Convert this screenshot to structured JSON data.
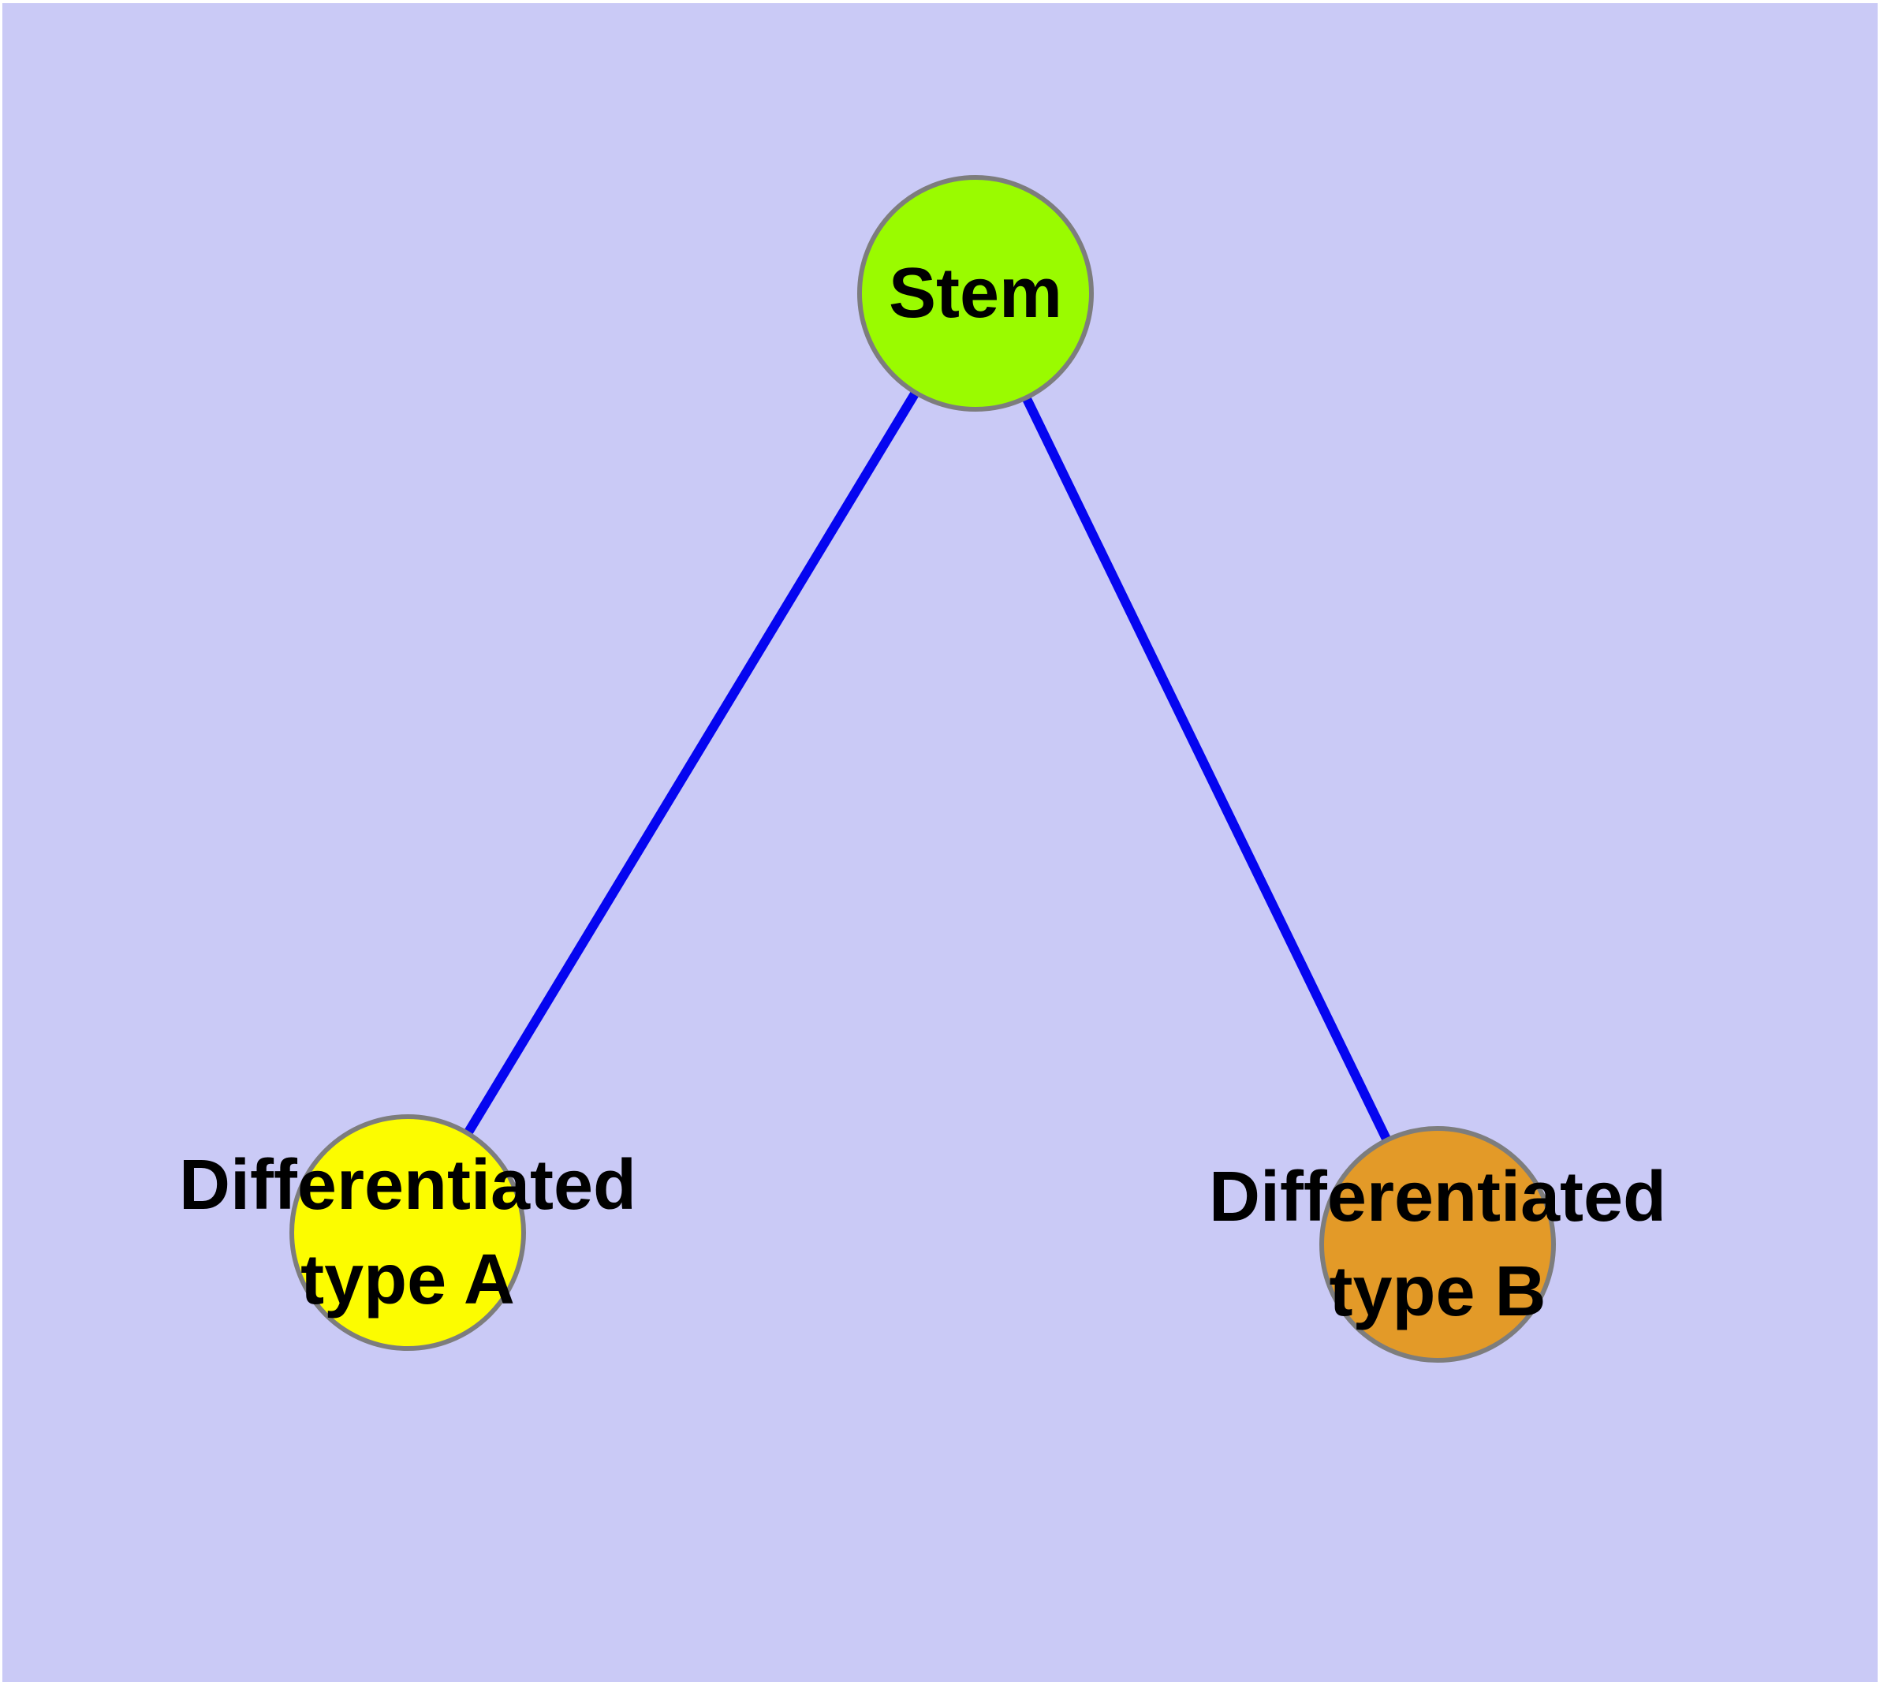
{
  "diagram": {
    "type": "node-link-graph",
    "background_color": "#cacaf6",
    "frame_color": "#ffffff",
    "edge_color": "#0505f0",
    "node_border_color": "#7d7d7d",
    "label_color": "#000000",
    "nodes": [
      {
        "id": "stem",
        "label": "Stem",
        "fill": "#9afb00"
      },
      {
        "id": "differentiated-type-a",
        "label": "Differentiated type A",
        "line1": "Differentiated",
        "line2": "type A",
        "fill": "#fcfc00"
      },
      {
        "id": "differentiated-type-b",
        "label": "Differentiated type B",
        "line1": "Differentiated",
        "line2": "type B",
        "fill": "#e39a28"
      }
    ],
    "edges": [
      {
        "from": "Stem",
        "to": "Differentiated type A"
      },
      {
        "from": "Stem",
        "to": "Differentiated type B"
      }
    ]
  }
}
